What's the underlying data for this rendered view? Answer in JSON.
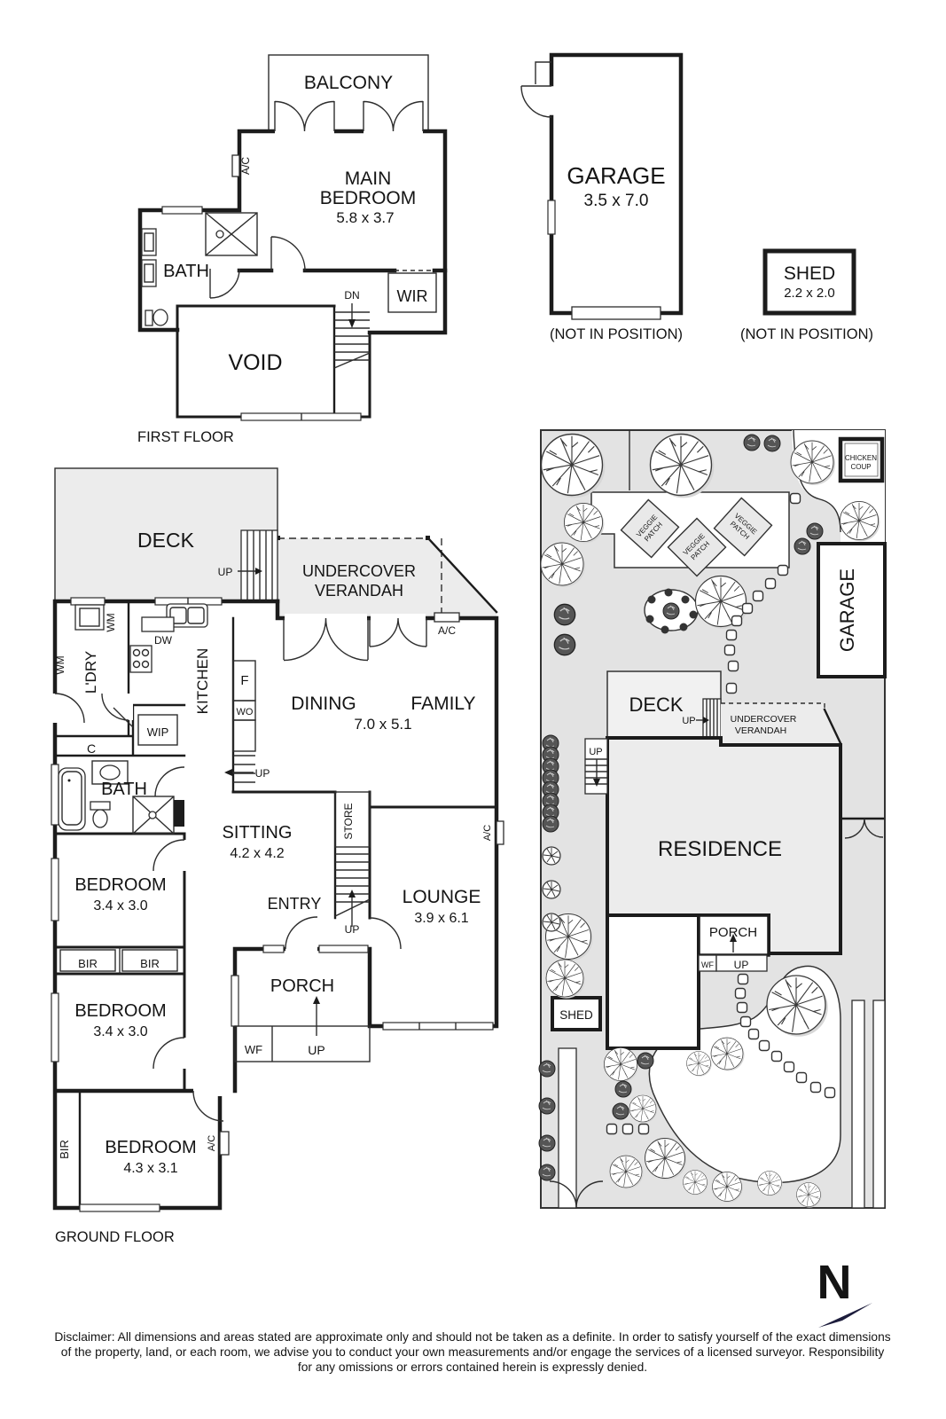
{
  "labels": {
    "up": "UP",
    "ac": "A/C",
    "wm": "WM",
    "bir": "BIR",
    "bedroom": "BEDROOM",
    "wf": "WF",
    "bath": "BATH",
    "deck": "DECK",
    "porch": "PORCH",
    "shed": "SHED",
    "garage": "GARAGE",
    "undercover": "UNDERCOVER",
    "verandah": "VERANDAH",
    "not_in_position": "(NOT IN POSITION)",
    "dn": "DN"
  },
  "first_floor": {
    "title": "FIRST FLOOR",
    "balcony": "BALCONY",
    "main_bedroom_line1": "MAIN",
    "main_bedroom_line2": "BEDROOM",
    "main_bedroom_dim": "5.8 x 3.7",
    "wir": "WIR",
    "void": "VOID"
  },
  "garage_plan": {
    "dim": "3.5 x 7.0"
  },
  "shed_plan": {
    "dim": "2.2 x 2.0"
  },
  "ground_floor": {
    "title": "GROUND FLOOR",
    "ldry": "L'DRY",
    "dw": "DW",
    "kitchen": "KITCHEN",
    "fridge": "F",
    "wo": "WO",
    "wip": "WIP",
    "c": "C",
    "dining": "DINING",
    "family": "FAMILY",
    "dining_dim": "7.0 x 5.1",
    "sitting": "SITTING",
    "sitting_dim": "4.2 x 4.2",
    "store": "STORE",
    "entry": "ENTRY",
    "lounge": "LOUNGE",
    "lounge_dim": "3.9 x 6.1",
    "bed_dim_small": "3.4 x 3.0",
    "bed_dim_large": "4.3 x 3.1"
  },
  "site_plan": {
    "chicken_line1": "CHICKEN",
    "chicken_line2": "COUP",
    "veggie_line1": "VEGGIE",
    "veggie_line2": "PATCH",
    "residence": "RESIDENCE"
  },
  "compass": {
    "north": "N"
  },
  "disclaimer": {
    "line1": "Disclaimer: All dimensions and areas stated are approximate only and should not be taken as a definite. In order to satisfy yourself of the exact dimensions",
    "line2": "of the property, land, or each room, we advise you to conduct your own measurements and/or engage the services of a licensed surveyor. Responsibility",
    "line3": "for any omissions or errors contained herein is expressly denied."
  }
}
